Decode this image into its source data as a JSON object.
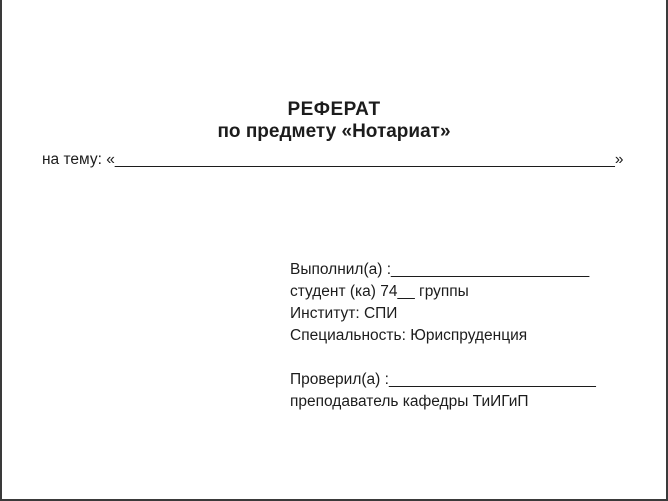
{
  "document": {
    "title": "РЕФЕРАТ",
    "subtitle": "по предмету «Нотариат»",
    "theme": {
      "label": "на тему: «",
      "blank": "__________________________________________________________",
      "close_quote": "»"
    },
    "details": {
      "performer_label": "Выполнил(а) :",
      "performer_blank": "_______________________",
      "student_line": "студент (ка) 74__ группы",
      "institute_line": "Институт: СПИ",
      "specialty_line": "Специальность: Юриспруденция",
      "reviewer_label": "Проверил(а) :",
      "reviewer_blank": "________________________",
      "teacher_line": "преподаватель кафедры ТиИГиП"
    },
    "colors": {
      "text": "#1c1c1c",
      "border": "#3a3a3a",
      "background": "#ffffff"
    }
  }
}
